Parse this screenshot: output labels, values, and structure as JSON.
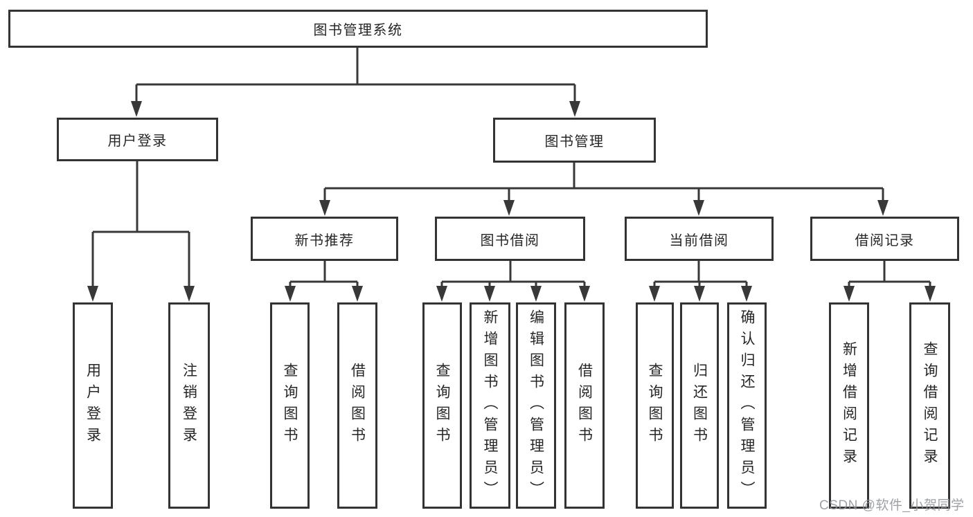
{
  "diagram_type": "hierarchy-flowchart",
  "colors": {
    "background": "#ffffff",
    "line": "#383838",
    "box_border": "#333333",
    "text": "#262626",
    "watermark_text": "#919498"
  },
  "watermark": {
    "text": "CSDN @软件_小贺同学"
  },
  "tree": {
    "label": "图书管理系统",
    "children": [
      {
        "label": "用户登录",
        "children": [
          {
            "label": "用户登录"
          },
          {
            "label": "注销登录"
          }
        ]
      },
      {
        "label": "图书管理",
        "children": [
          {
            "label": "新书推荐",
            "children": [
              {
                "label": "查询图书"
              },
              {
                "label": "借阅图书"
              }
            ]
          },
          {
            "label": "图书借阅",
            "children": [
              {
                "label": "查询图书"
              },
              {
                "label": "新增图书（管理员）"
              },
              {
                "label": "编辑图书（管理员）"
              },
              {
                "label": "借阅图书"
              }
            ]
          },
          {
            "label": "当前借阅",
            "children": [
              {
                "label": "查询图书"
              },
              {
                "label": "归还图书"
              },
              {
                "label": "确认归还（管理员）"
              }
            ]
          },
          {
            "label": "借阅记录",
            "children": [
              {
                "label": "新增借阅记录"
              },
              {
                "label": "查询借阅记录"
              }
            ]
          }
        ]
      }
    ]
  }
}
